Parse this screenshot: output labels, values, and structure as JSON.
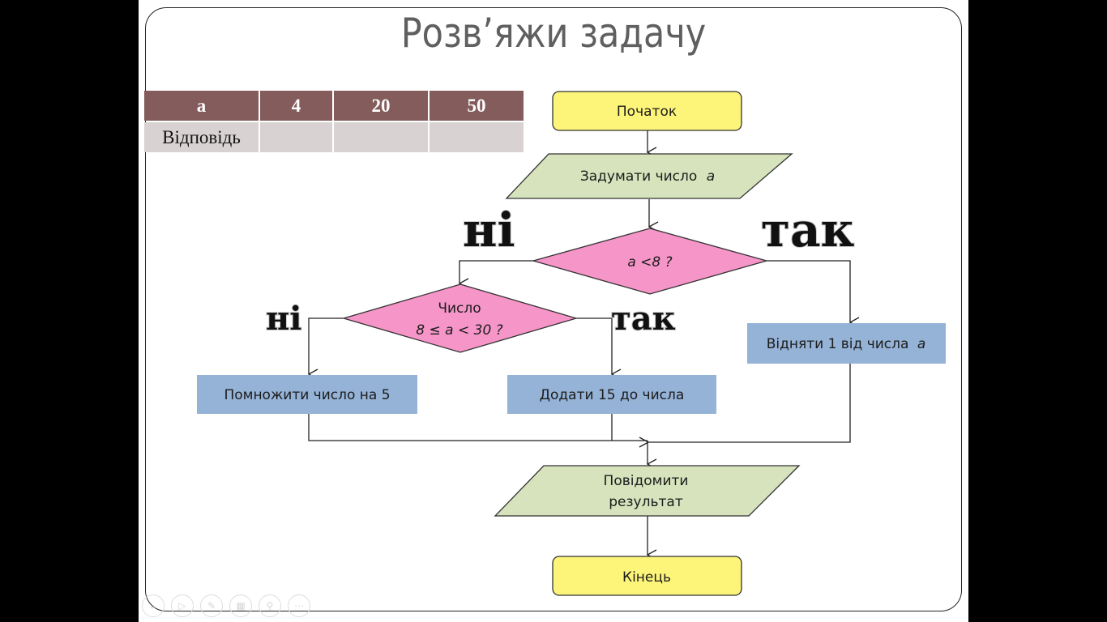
{
  "slide": {
    "title": "Розв’яжи задачу"
  },
  "table": {
    "header": [
      "a",
      "4",
      "20",
      "50"
    ],
    "row": [
      "Відповідь",
      "",
      "",
      ""
    ]
  },
  "flowchart": {
    "start": "Початок",
    "input": "Задумати число",
    "input_var": "a",
    "decision1": "a <8 ?",
    "decision2_line1": "Число",
    "decision2_line2": "8 ≤ a < 30 ?",
    "action_no": "Помножити число на 5",
    "action_yes2": "Додати 15 до числа",
    "action_yes1": "Відняти 1 від числа",
    "action_yes1_var": "a",
    "output_line1": "Повідомити",
    "output_line2": "результат",
    "end": "Кінець",
    "label_no_1": "ні",
    "label_yes_1": "так",
    "label_no_2": "ні",
    "label_yes_2": "так"
  },
  "colors": {
    "terminal": "#fdf57a",
    "io": "#d6e3bc",
    "decision": "#f595c8",
    "process": "#95b3d7",
    "table_header": "#845c5c",
    "table_cell": "#d9d2d2",
    "title": "#5f5f5f"
  },
  "nav": {
    "icons": [
      "back-arrow-icon",
      "play-icon",
      "pen-icon",
      "slides-icon",
      "zoom-icon",
      "more-icon"
    ]
  }
}
